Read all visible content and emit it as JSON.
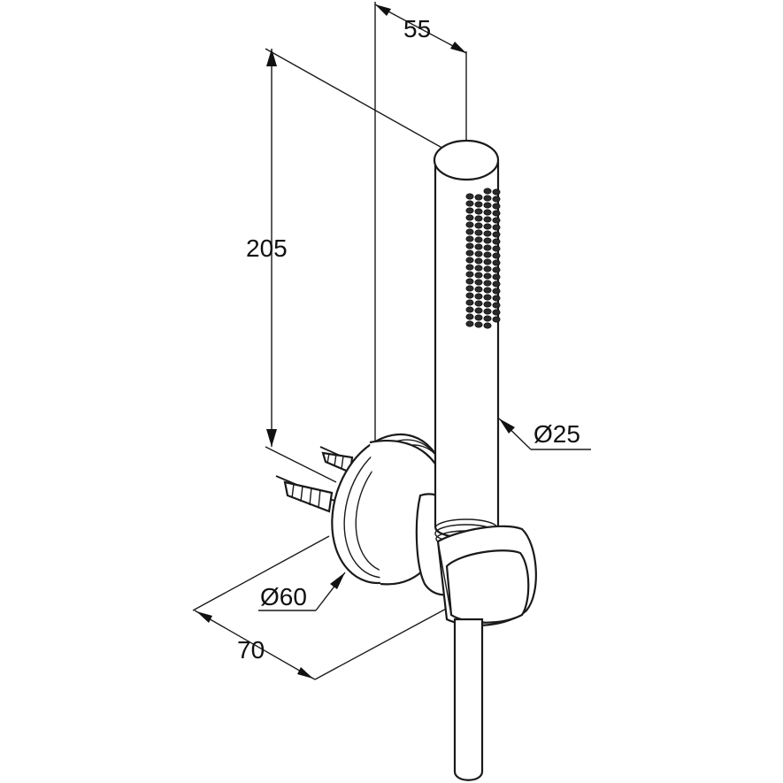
{
  "dimensions": {
    "width_top": "55",
    "height": "205",
    "hand_shower_diameter": "Ø25",
    "flange_diameter": "Ø60",
    "depth": "70"
  }
}
